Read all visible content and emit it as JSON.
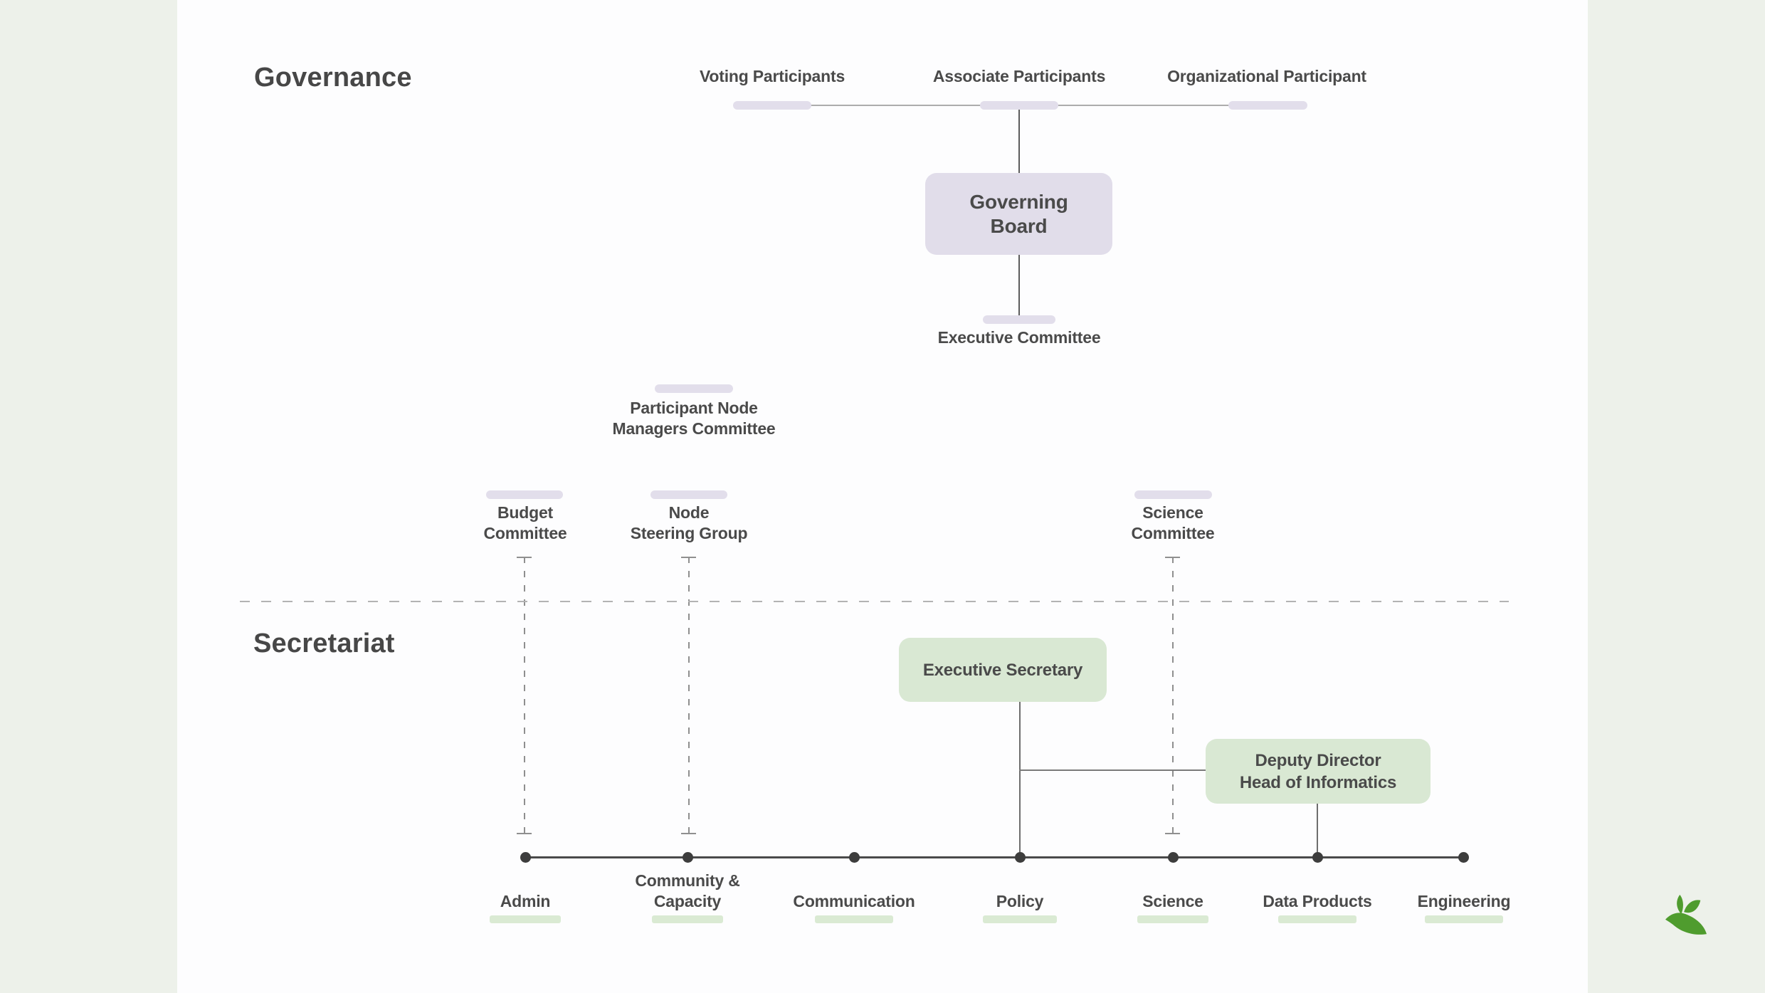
{
  "diagram": {
    "governance": {
      "heading": "Governance",
      "participants": [
        {
          "label": "Voting Participants"
        },
        {
          "label": "Associate Participants"
        },
        {
          "label": "Organizational Participant"
        }
      ],
      "governing_board": {
        "line1": "Governing",
        "line2": "Board"
      },
      "executive_committee": {
        "label": "Executive Committee"
      },
      "participant_node_managers_committee": {
        "line1": "Participant Node",
        "line2": "Managers Committee"
      },
      "budget_committee": {
        "line1": "Budget",
        "line2": "Committee"
      },
      "node_steering_group": {
        "line1": "Node",
        "line2": "Steering Group"
      },
      "science_committee": {
        "line1": "Science",
        "line2": "Committee"
      }
    },
    "secretariat": {
      "heading": "Secretariat",
      "executive_secretary": {
        "label": "Executive Secretary"
      },
      "deputy_director": {
        "line1": "Deputy Director",
        "line2": "Head of Informatics"
      },
      "departments": [
        {
          "line1": "Admin"
        },
        {
          "line1": "Community &",
          "line2": "Capacity"
        },
        {
          "line1": "Communication"
        },
        {
          "line1": "Policy"
        },
        {
          "line1": "Science"
        },
        {
          "line1": "Data Products"
        },
        {
          "line1": "Engineering"
        }
      ]
    },
    "icons": {
      "leaf": "leaf-icon"
    },
    "colors": {
      "side_band": "#edf1ea",
      "canvas": "#fdfdfe",
      "lavender_box": "#e1ddea",
      "lavender_bar": "#e2deeb",
      "green_box": "#d9e8d3",
      "green_bar": "#daead3",
      "text": "#4a4a4a",
      "line_light": "#acacac",
      "line_dark": "#4a4a4a",
      "leaf_green": "#4f9c2e"
    }
  }
}
